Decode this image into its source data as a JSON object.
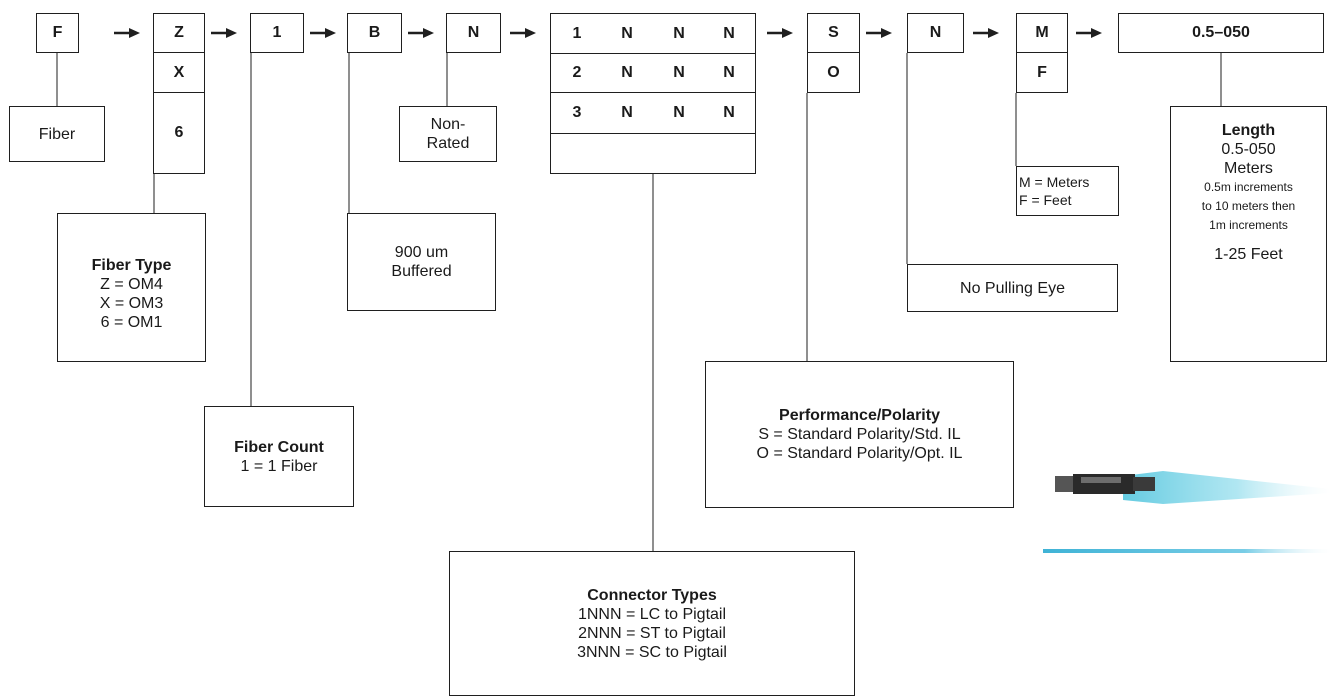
{
  "codes": {
    "fiber": "F",
    "fiber_type": [
      "Z",
      "X",
      "6"
    ],
    "fiber_count": "1",
    "buffer": "B",
    "rating": "N",
    "connectors": [
      [
        "1",
        "N",
        "N",
        "N"
      ],
      [
        "2",
        "N",
        "N",
        "N"
      ],
      [
        "3",
        "N",
        "N",
        "N"
      ]
    ],
    "polarity": [
      "S",
      "O"
    ],
    "pulling_eye": "N",
    "unit": [
      "M",
      "F"
    ],
    "length": "0.5–050"
  },
  "labels": {
    "fiber": "Fiber",
    "non_rated": [
      "Non-",
      "Rated"
    ],
    "buffered": [
      "900 um",
      "Buffered"
    ],
    "units": [
      "M = Meters",
      "F = Feet"
    ],
    "no_pulling_eye": "No Pulling Eye",
    "fiber_type": {
      "title": "Fiber Type",
      "lines": [
        "Z = OM4",
        "X = OM3",
        "6 = OM1"
      ]
    },
    "fiber_count": {
      "title": "Fiber Count",
      "lines": [
        "1 = 1 Fiber"
      ]
    },
    "connector_types": {
      "title": "Connector Types",
      "lines": [
        "1NNN = LC to Pigtail",
        "2NNN = ST to Pigtail",
        "3NNN = SC to Pigtail"
      ]
    },
    "performance": {
      "title": "Performance/Polarity",
      "lines": [
        "S = Standard Polarity/Std. IL",
        "O = Standard Polarity/Opt. IL"
      ]
    },
    "length": {
      "title": "Length",
      "line1": "0.5-050",
      "line2": "Meters",
      "small": [
        "0.5m increments",
        "to 10 meters then",
        "1m increments"
      ],
      "feet": "1-25 Feet"
    }
  },
  "colors": {
    "line": "#1f1f1f",
    "plug_glow": "#7fd3e6"
  },
  "icons": [
    "arrow-right-icon",
    "fiber-connector-image"
  ]
}
